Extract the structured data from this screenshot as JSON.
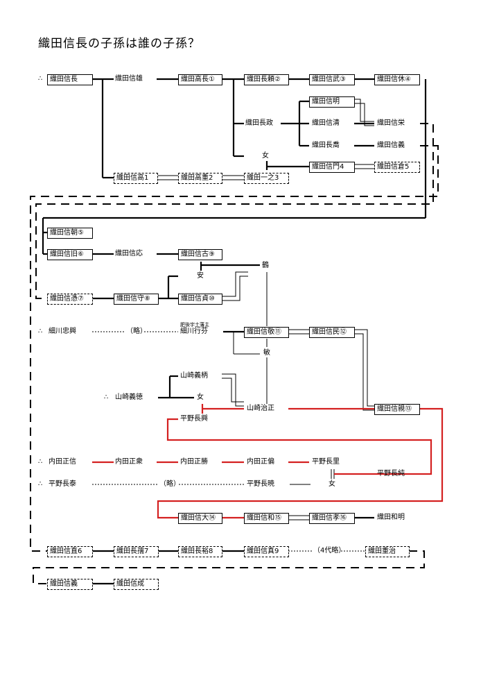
{
  "title": "織田信長の子孫は誰の子孫？",
  "people": {
    "nobunaga": "織田信長",
    "nobukatsu": "織田信雄",
    "takanaga": "織田高長①",
    "nagayori": "織田長頼②",
    "nobutake": "織田信武③",
    "nobuyasu": "織田信休④",
    "nobuaki": "織田信明",
    "nagamasa": "織田長政",
    "nobukiyo": "織田信清",
    "nobuhide": "織田信栄",
    "nagataka": "織田長喬",
    "nobuyoshi": "織田信義",
    "onna1": "女",
    "nobukado": "織田信門4",
    "nobukura": "織田信倉5",
    "nobutaka1": "織田信高1",
    "takashige": "織田高重2",
    "kazuyuki": "織田一之3",
    "nobutomo": "織田信朝⑤",
    "nobunori": "織田信旧⑥",
    "nobumasa": "織田信応",
    "nobufuru": "織田信古⑨",
    "tsuru": "鶴",
    "yasu": "安",
    "nobunori7": "織田信憑⑦",
    "nobumori": "織田信守⑧",
    "nobusada": "織田信貞⑩",
    "hosokawa_tadaoki": "細川忠興",
    "ryaku1": "（略）",
    "higo_note": "肥後宇土藩主",
    "hosokawa_yukimichi": "細川行芬",
    "nobutoshi": "織田信敬⑪",
    "nobutami": "織田信民⑫",
    "bin": "敏",
    "yamazaki_yoshie": "山崎義柄",
    "yamazaki_yoshinori": "山崎義徳",
    "onna2": "女",
    "yamazaki_harumasa": "山崎治正",
    "nobuchika": "織田信親⑬",
    "hirano_nagaoki": "平野長興",
    "uchida_masanobu": "内田正信",
    "uchida_masaoki": "内田正衆",
    "uchida_masakatsu": "内田正勝",
    "uchida_masahen": "内田正偏",
    "hirano_nagasato": "平野長里",
    "hirano_nagasumi": "平野長純",
    "hirano_nagayasu": "平野長泰",
    "ryaku2": "（略）",
    "hirano_nagaaki": "平野長暁",
    "onna3": "女",
    "nobuhiro": "織田信大⑭",
    "nobukazu": "織田信和⑮",
    "nobutaka16": "織田信孝⑯",
    "kazuaki": "織田和明",
    "nobunao": "織田信直6",
    "nagaharu": "織田長孺7",
    "nagahiro": "織田長裕8",
    "nobuma": "織田信真9",
    "yondai": "（4代略）",
    "shigeharu": "織田重治",
    "nobuyoshi2": "織田信義",
    "nobunari": "織田信成"
  },
  "therefore_mark": "∴",
  "colors": {
    "black": "#000000",
    "red": "#d42020"
  }
}
